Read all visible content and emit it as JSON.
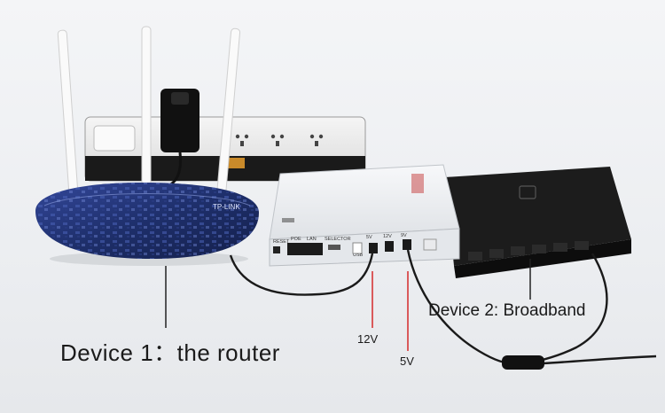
{
  "labels": {
    "device1": "Device 1：the router",
    "device2": "Device 2: Broadband",
    "volt12": "12V",
    "volt5": "5V"
  },
  "ups": {
    "port_reset": "RESET",
    "port_poe": "POE",
    "port_lan": "LAN",
    "port_selector": "SELECTOR",
    "port_usb": "USB",
    "port_5v": "5V",
    "port_12v": "12V",
    "port_9v": "9V"
  },
  "router": {
    "brand": "TP-LINK"
  },
  "colors": {
    "callout_red": "#d42a2a",
    "router_body": "#1e2f6b",
    "ups_body": "#eef0f3",
    "broadband_body": "#151515",
    "power_strip": "#e9e9e9"
  }
}
